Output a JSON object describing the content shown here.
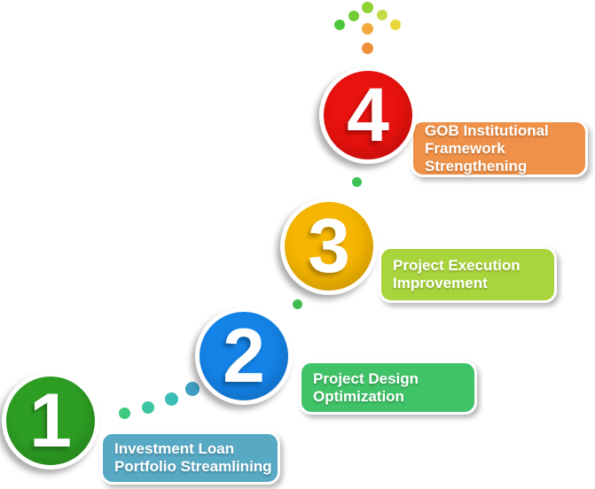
{
  "diagram": {
    "type": "process-steps",
    "background_color": "#ffffff",
    "steps": [
      {
        "number": "1",
        "label": "Investment Loan\nPortfolio Streamlining",
        "circle_color": "#2d9e23",
        "box_color": "#58a9c4"
      },
      {
        "number": "2",
        "label": "Project Design\nOptimization",
        "circle_color": "#1483e8",
        "box_color": "#40c268"
      },
      {
        "number": "3",
        "label": "Project Execution\nImprovement",
        "circle_color": "#f5b500",
        "box_color": "#a9d53c"
      },
      {
        "number": "4",
        "label": "GOB Institutional\nFramework\nStrengthening",
        "circle_color": "#e8120e",
        "box_color": "#ef9149"
      }
    ],
    "decor_dots": [
      {
        "id": "trail-1-2-a",
        "color": "#3ecb81"
      },
      {
        "id": "trail-1-2-b",
        "color": "#3cc5a2"
      },
      {
        "id": "trail-1-2-c",
        "color": "#3abdb5"
      },
      {
        "id": "trail-1-2-d",
        "color": "#3e9dc3"
      },
      {
        "id": "trail-2-3",
        "color": "#3fbc52"
      },
      {
        "id": "trail-3-4",
        "color": "#3ec154"
      },
      {
        "id": "fan-left-green",
        "color": "#4bc839"
      },
      {
        "id": "fan-upper-left",
        "color": "#70cb36"
      },
      {
        "id": "fan-top",
        "color": "#8dd334"
      },
      {
        "id": "fan-upper-right",
        "color": "#c4da48"
      },
      {
        "id": "fan-right-yellow",
        "color": "#ead83a"
      },
      {
        "id": "fan-center-orange",
        "color": "#f1a83c"
      },
      {
        "id": "fan-lower-orange",
        "color": "#ef903a"
      }
    ]
  }
}
